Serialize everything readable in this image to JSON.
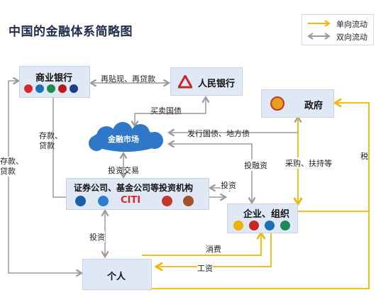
{
  "title": "中国的金融体系简略图",
  "legend": {
    "one_way": "单向流动",
    "two_way": "双向流动"
  },
  "nodes": {
    "commercial_bank": "商业银行",
    "central_bank": "人民银行",
    "government": "政府",
    "financial_market": "金融市场",
    "securities": "证券公司、基金公司等投资机构",
    "enterprise": "企业、组织",
    "individual": "个人"
  },
  "edges": {
    "rediscount": "再贴现、再贷款",
    "trade_bonds": "买卖国债",
    "issue_bonds": "发行国债、地方债",
    "deposit_loan_1": "存款、\n贷款",
    "deposit_loan_2": "存款、\n贷款",
    "invest_trade": "投资交易",
    "financing": "投融资",
    "invest_1": "投资",
    "invest_2": "投资",
    "procurement": "采购、扶持等",
    "tax": "税",
    "consumption": "消费",
    "wage": "工资"
  },
  "colors": {
    "one_way": "#f2b800",
    "two_way": "#9a9a9a",
    "box_fill": "#dfe8f4"
  }
}
